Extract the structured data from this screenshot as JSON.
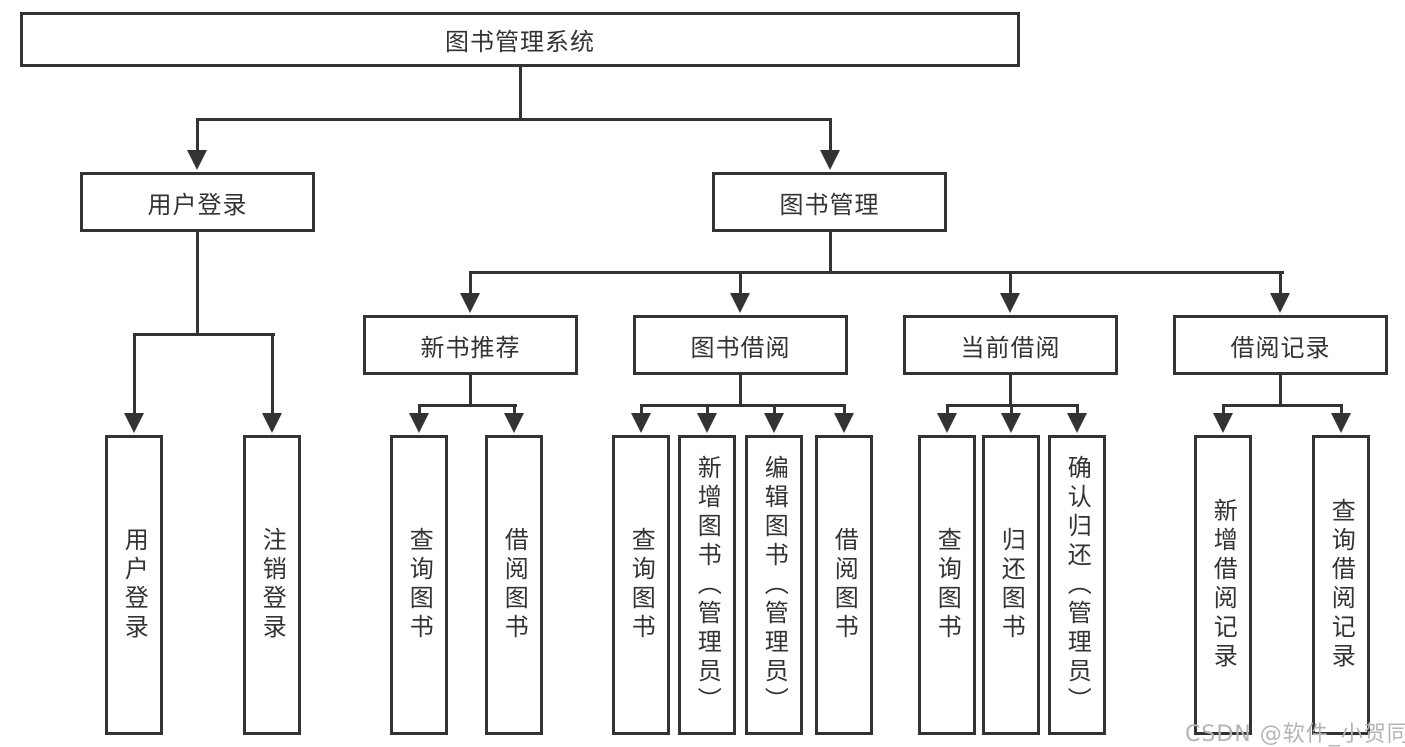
{
  "diagram": {
    "type": "hierarchy-tree",
    "root": {
      "label": "图书管理系统"
    },
    "branches": [
      {
        "label": "用户登录",
        "children": [
          {
            "label": "用户登录"
          },
          {
            "label": "注销登录"
          }
        ]
      },
      {
        "label": "图书管理",
        "children": [
          {
            "label": "新书推荐",
            "children": [
              {
                "label": "查询图书"
              },
              {
                "label": "借阅图书"
              }
            ]
          },
          {
            "label": "图书借阅",
            "children": [
              {
                "label": "查询图书"
              },
              {
                "label": "新增图书（管理员）"
              },
              {
                "label": "编辑图书（管理员）"
              },
              {
                "label": "借阅图书"
              }
            ]
          },
          {
            "label": "当前借阅",
            "children": [
              {
                "label": "查询图书"
              },
              {
                "label": "归还图书"
              },
              {
                "label": "确认归还（管理员）"
              }
            ]
          },
          {
            "label": "借阅记录",
            "children": [
              {
                "label": "新增借阅记录"
              },
              {
                "label": "查询借阅记录"
              }
            ]
          }
        ]
      }
    ]
  },
  "watermark": {
    "text": "CSDN @软件_小贺同学",
    "color": "#b5b5b5"
  },
  "colors": {
    "line": "#333333",
    "text": "#333333",
    "background": "#ffffff"
  }
}
